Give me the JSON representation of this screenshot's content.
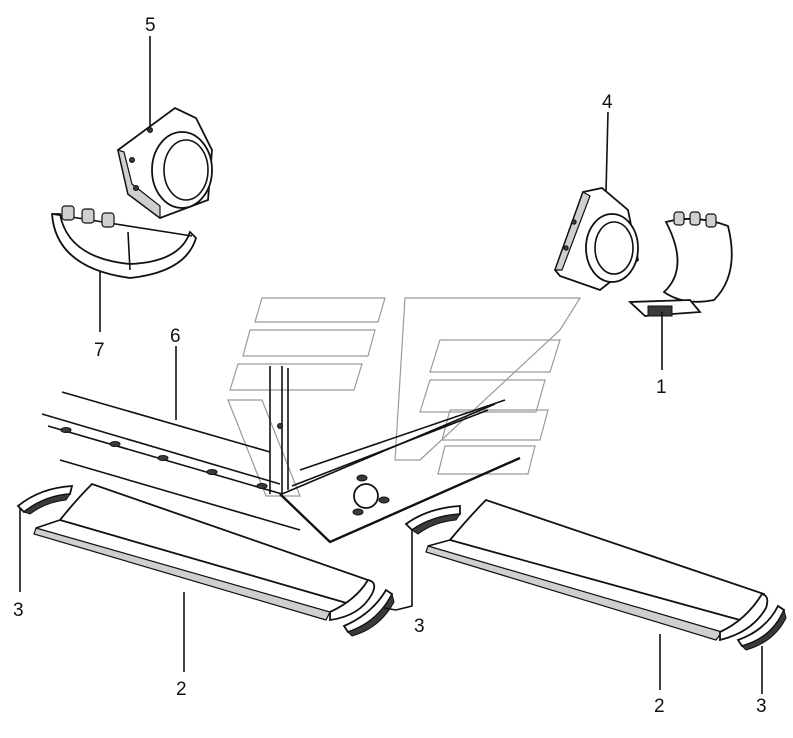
{
  "callouts": {
    "c1": "1",
    "c2a": "2",
    "c2b": "2",
    "c3a": "3",
    "c3b": "3",
    "c3c": "3",
    "c4": "4",
    "c5": "5",
    "c6": "6",
    "c7": "7"
  }
}
